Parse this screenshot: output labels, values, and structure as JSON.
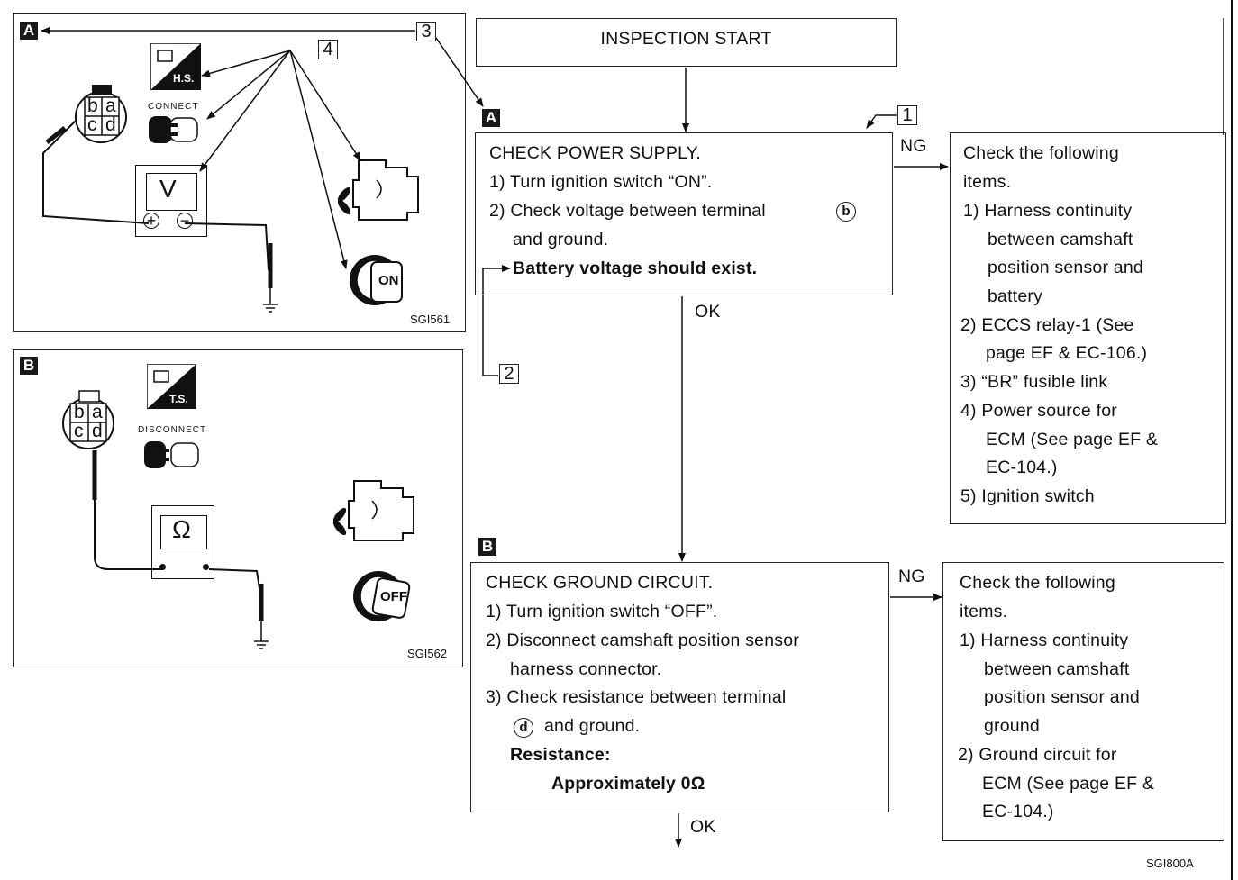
{
  "flow": {
    "start": "INSPECTION START",
    "tag_a": "A",
    "tag_b": "B",
    "ok_1": "OK",
    "ok_2": "OK",
    "ng_1": "NG",
    "ng_2": "NG",
    "ref_1": "1",
    "ref_2": "2",
    "ref_3": "3",
    "ref_4": "4",
    "check_power": {
      "title": "CHECK POWER SUPPLY.",
      "step1": "1) Turn ignition switch “ON”.",
      "step2a": "2) Check voltage between terminal",
      "terminal": "b",
      "step2b": "and ground.",
      "result": "Battery voltage should exist."
    },
    "check_ground": {
      "title": "CHECK GROUND CIRCUIT.",
      "step1": "1) Turn ignition switch “OFF”.",
      "step2a": "2) Disconnect camshaft position sensor",
      "step2b": "harness connector.",
      "step3a": "3) Check resistance between terminal",
      "terminal": "d",
      "step3b": "and ground.",
      "resistance_label": "Resistance:",
      "resistance_value": "Approximately 0Ω"
    },
    "ng_power": [
      "Check the following",
      "items.",
      "1) Harness continuity",
      "between camshaft",
      "position sensor and",
      "battery",
      "2) ECCS relay-1 (See",
      "page EF & EC-106.)",
      "3) “BR” fusible link",
      "4) Power source for",
      "ECM (See page EF &",
      "EC-104.)",
      "5) Ignition switch"
    ],
    "ng_ground": [
      "Check the following",
      "items.",
      "1) Harness continuity",
      "between camshaft",
      "position sensor and",
      "ground",
      "2) Ground circuit for",
      "ECM (See page EF &",
      "EC-104.)"
    ]
  },
  "figures": {
    "a": {
      "tag": "A",
      "code": "SGI561",
      "hs_label": "H.S.",
      "connect_label": "CONNECT",
      "meter_symbol": "V",
      "plus": "+",
      "minus": "−",
      "key_label": "ON",
      "pins": [
        "b",
        "a",
        "c",
        "d"
      ]
    },
    "b": {
      "tag": "B",
      "code": "SGI562",
      "ts_label": "T.S.",
      "disconnect_label": "DISCONNECT",
      "meter_symbol": "Ω",
      "key_label": "OFF",
      "pins": [
        "b",
        "a",
        "c",
        "d"
      ]
    }
  },
  "page_code": "SGI800A"
}
